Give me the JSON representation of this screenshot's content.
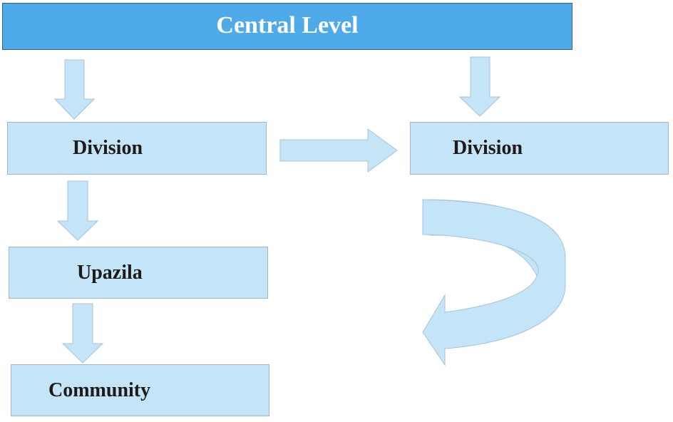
{
  "diagram": {
    "central": {
      "label": "Central Level"
    },
    "nodes": [
      {
        "id": "division-left",
        "label": "Division"
      },
      {
        "id": "division-right",
        "label": "Division"
      },
      {
        "id": "upazila",
        "label": "Upazila"
      },
      {
        "id": "community",
        "label": "Community"
      }
    ],
    "edges": [
      {
        "from": "Central Level",
        "to": "Division (left)",
        "type": "down-arrow"
      },
      {
        "from": "Central Level",
        "to": "Division (right)",
        "type": "down-arrow"
      },
      {
        "from": "Division (left)",
        "to": "Division (right)",
        "type": "right-arrow"
      },
      {
        "from": "Division (left)",
        "to": "Upazila",
        "type": "down-arrow"
      },
      {
        "from": "Upazila",
        "to": "Community",
        "type": "down-arrow"
      },
      {
        "from": "Division (right)",
        "to": "back",
        "type": "curved-u-turn-arrow"
      }
    ],
    "colors": {
      "central_fill": "#4eaae8",
      "node_fill": "#c4e4f7",
      "text_dark": "#1e1a1a",
      "text_light": "#ffffff"
    }
  }
}
